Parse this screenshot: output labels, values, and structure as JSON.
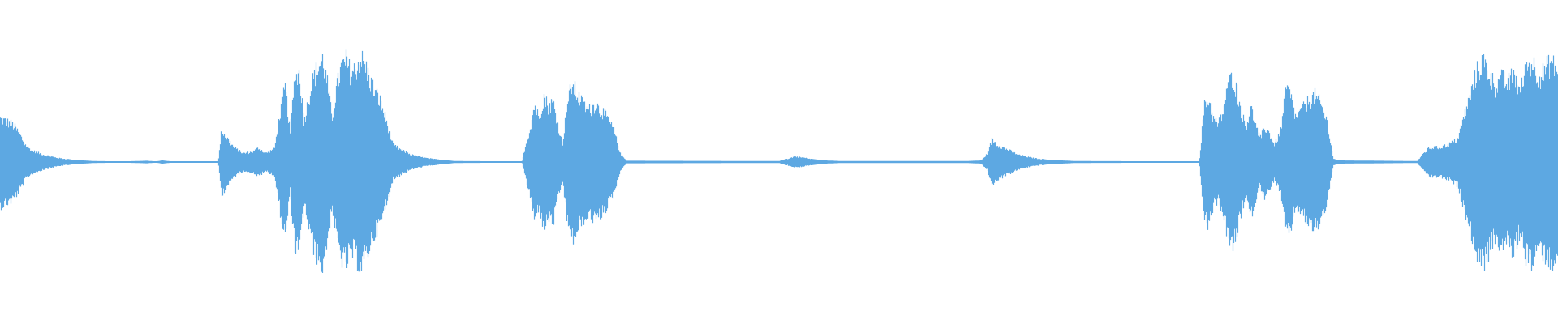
{
  "waveform": {
    "color": "#5DA8E2",
    "background": "#FFFFFF",
    "duration_units": "normalized",
    "envelope": [
      [
        0.0,
        0.3
      ],
      [
        0.004,
        0.28
      ],
      [
        0.008,
        0.26
      ],
      [
        0.012,
        0.2
      ],
      [
        0.016,
        0.12
      ],
      [
        0.02,
        0.08
      ],
      [
        0.028,
        0.05
      ],
      [
        0.036,
        0.03
      ],
      [
        0.046,
        0.015
      ],
      [
        0.06,
        0.006
      ],
      [
        0.08,
        0.004
      ],
      [
        0.094,
        0.008
      ],
      [
        0.1,
        0.004
      ],
      [
        0.104,
        0.01
      ],
      [
        0.11,
        0.004
      ],
      [
        0.14,
        0.005
      ],
      [
        0.142,
        0.22
      ],
      [
        0.146,
        0.16
      ],
      [
        0.15,
        0.1
      ],
      [
        0.156,
        0.06
      ],
      [
        0.162,
        0.07
      ],
      [
        0.166,
        0.1
      ],
      [
        0.17,
        0.06
      ],
      [
        0.176,
        0.09
      ],
      [
        0.18,
        0.36
      ],
      [
        0.183,
        0.52
      ],
      [
        0.186,
        0.2
      ],
      [
        0.189,
        0.58
      ],
      [
        0.192,
        0.62
      ],
      [
        0.195,
        0.28
      ],
      [
        0.198,
        0.44
      ],
      [
        0.201,
        0.58
      ],
      [
        0.204,
        0.66
      ],
      [
        0.207,
        0.71
      ],
      [
        0.21,
        0.54
      ],
      [
        0.213,
        0.3
      ],
      [
        0.216,
        0.52
      ],
      [
        0.219,
        0.66
      ],
      [
        0.222,
        0.7
      ],
      [
        0.225,
        0.62
      ],
      [
        0.228,
        0.64
      ],
      [
        0.231,
        0.72
      ],
      [
        0.234,
        0.68
      ],
      [
        0.237,
        0.58
      ],
      [
        0.24,
        0.5
      ],
      [
        0.244,
        0.42
      ],
      [
        0.248,
        0.28
      ],
      [
        0.252,
        0.12
      ],
      [
        0.258,
        0.08
      ],
      [
        0.264,
        0.05
      ],
      [
        0.272,
        0.03
      ],
      [
        0.282,
        0.015
      ],
      [
        0.292,
        0.006
      ],
      [
        0.335,
        0.004
      ],
      [
        0.337,
        0.1
      ],
      [
        0.34,
        0.22
      ],
      [
        0.343,
        0.4
      ],
      [
        0.346,
        0.3
      ],
      [
        0.349,
        0.46
      ],
      [
        0.352,
        0.38
      ],
      [
        0.355,
        0.42
      ],
      [
        0.358,
        0.26
      ],
      [
        0.361,
        0.12
      ],
      [
        0.364,
        0.4
      ],
      [
        0.367,
        0.54
      ],
      [
        0.37,
        0.48
      ],
      [
        0.374,
        0.4
      ],
      [
        0.378,
        0.36
      ],
      [
        0.382,
        0.4
      ],
      [
        0.386,
        0.36
      ],
      [
        0.39,
        0.3
      ],
      [
        0.394,
        0.22
      ],
      [
        0.398,
        0.06
      ],
      [
        0.402,
        0.008
      ],
      [
        0.5,
        0.006
      ],
      [
        0.505,
        0.02
      ],
      [
        0.51,
        0.038
      ],
      [
        0.516,
        0.03
      ],
      [
        0.522,
        0.018
      ],
      [
        0.53,
        0.01
      ],
      [
        0.54,
        0.006
      ],
      [
        0.62,
        0.006
      ],
      [
        0.63,
        0.01
      ],
      [
        0.634,
        0.06
      ],
      [
        0.637,
        0.16
      ],
      [
        0.64,
        0.12
      ],
      [
        0.644,
        0.1
      ],
      [
        0.648,
        0.08
      ],
      [
        0.654,
        0.05
      ],
      [
        0.662,
        0.03
      ],
      [
        0.672,
        0.015
      ],
      [
        0.69,
        0.006
      ],
      [
        0.77,
        0.004
      ],
      [
        0.773,
        0.38
      ],
      [
        0.776,
        0.44
      ],
      [
        0.779,
        0.3
      ],
      [
        0.782,
        0.26
      ],
      [
        0.785,
        0.34
      ],
      [
        0.788,
        0.5
      ],
      [
        0.791,
        0.6
      ],
      [
        0.794,
        0.5
      ],
      [
        0.797,
        0.34
      ],
      [
        0.8,
        0.24
      ],
      [
        0.803,
        0.38
      ],
      [
        0.806,
        0.26
      ],
      [
        0.809,
        0.16
      ],
      [
        0.812,
        0.24
      ],
      [
        0.815,
        0.2
      ],
      [
        0.818,
        0.12
      ],
      [
        0.822,
        0.2
      ],
      [
        0.826,
        0.52
      ],
      [
        0.829,
        0.44
      ],
      [
        0.832,
        0.3
      ],
      [
        0.836,
        0.36
      ],
      [
        0.84,
        0.42
      ],
      [
        0.844,
        0.46
      ],
      [
        0.848,
        0.4
      ],
      [
        0.852,
        0.28
      ],
      [
        0.856,
        0.02
      ],
      [
        0.86,
        0.01
      ],
      [
        0.91,
        0.006
      ],
      [
        0.914,
        0.06
      ],
      [
        0.918,
        0.1
      ],
      [
        0.924,
        0.1
      ],
      [
        0.93,
        0.12
      ],
      [
        0.936,
        0.16
      ],
      [
        0.94,
        0.32
      ],
      [
        0.944,
        0.46
      ],
      [
        0.948,
        0.62
      ],
      [
        0.952,
        0.7
      ],
      [
        0.956,
        0.62
      ],
      [
        0.96,
        0.52
      ],
      [
        0.964,
        0.58
      ],
      [
        0.968,
        0.54
      ],
      [
        0.972,
        0.62
      ],
      [
        0.976,
        0.48
      ],
      [
        0.98,
        0.66
      ],
      [
        0.984,
        0.7
      ],
      [
        0.988,
        0.58
      ],
      [
        0.992,
        0.64
      ],
      [
        0.996,
        0.7
      ],
      [
        1.0,
        0.62
      ]
    ]
  }
}
